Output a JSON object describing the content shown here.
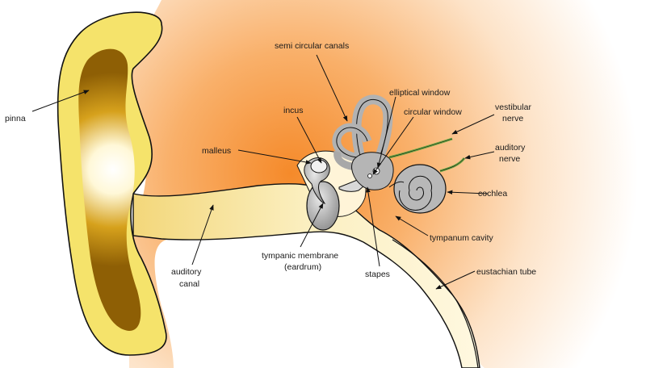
{
  "labels": {
    "pinna": "pinna",
    "semicircular_canals": "semi circular canals",
    "elliptical_window": "elliptical window",
    "incus": "incus",
    "circular_window": "circular window",
    "vestibular_nerve_1": "vestibular",
    "vestibular_nerve_2": "nerve",
    "malleus": "malleus",
    "auditory_nerve_1": "auditory",
    "auditory_nerve_2": "nerve",
    "cochlea": "cochlea",
    "tympanum_cavity": "tympanum cavity",
    "tympanic_membrane_1": "tympanic membrane",
    "tympanic_membrane_2": "(eardrum)",
    "stapes": "stapes",
    "auditory_canal_1": "auditory",
    "auditory_canal_2": "canal",
    "eustachian_tube": "eustachian tube"
  },
  "colors": {
    "ear_yellow": "#f5e36b",
    "ear_dark": "#9a6a08",
    "head_glow": "#f7a24a",
    "bone_gray": "#b0b0b0",
    "nerve_green": "#6da844",
    "outline": "#111111"
  }
}
